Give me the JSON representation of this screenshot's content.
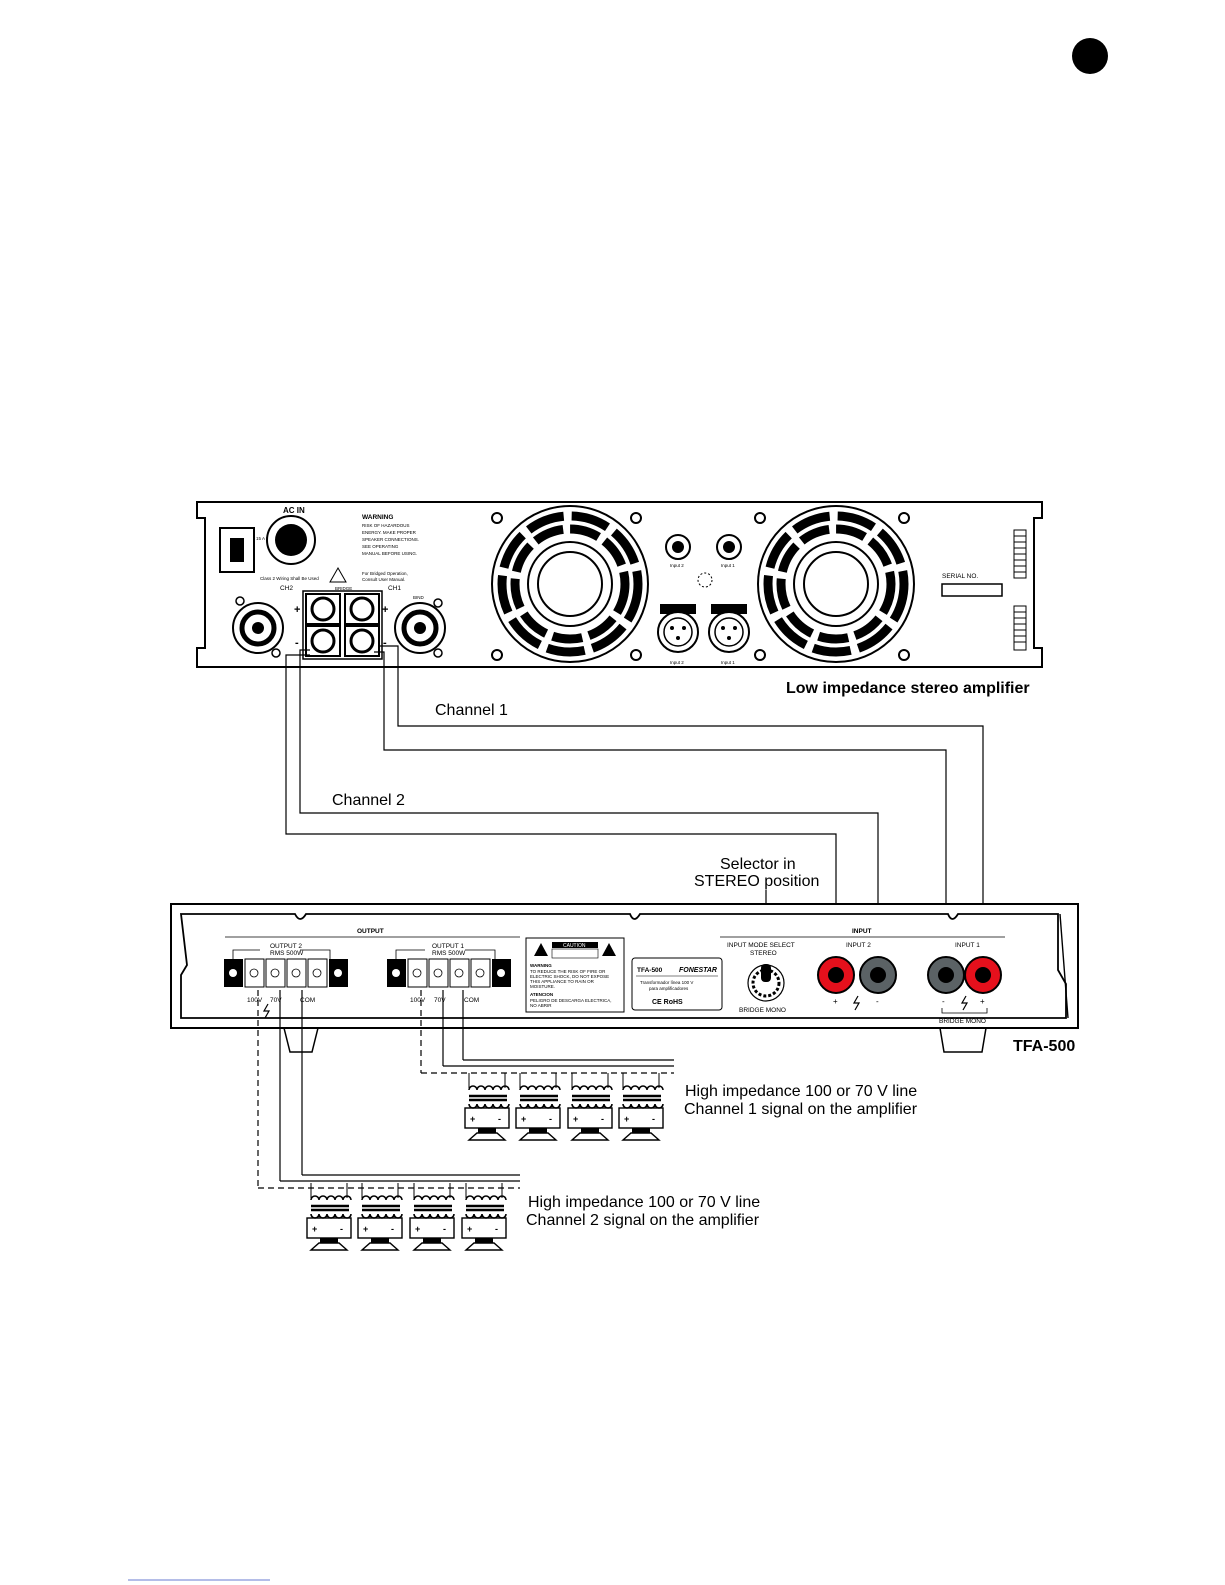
{
  "amplifier": {
    "caption": "Low impedance stereo amplifier",
    "ac_in": "AC IN",
    "warning": {
      "title": "WARNING",
      "lines": [
        "RISK OF HAZARDOUS",
        "ENERGY. MAKE PROPER",
        "SPEAKER CONNECTIONS.",
        "SEE OPERATING",
        "MANUAL BEFORE USING."
      ]
    },
    "class2_note": "Class 2 Wiring Shall Be Used",
    "bridged_note": [
      "For Bridged Operation,",
      "Consult User Manual."
    ],
    "bridge_label": "BRIDGE",
    "ch2": "CH2",
    "ch1": "CH1",
    "bind": "BIND",
    "input2": "Input 2",
    "input1": "Input 1",
    "serial": "SERIAL NO.",
    "breaker": "15 A M P"
  },
  "channel_labels": {
    "channel1": "Channel 1",
    "channel2": "Channel 2"
  },
  "selector_note": [
    "Selector in",
    "STEREO position"
  ],
  "tfa": {
    "model": "TFA-500",
    "output_header": "OUTPUT",
    "input_header": "INPUT",
    "output2": [
      "OUTPUT 2",
      "RMS 500W"
    ],
    "output1": [
      "OUTPUT 1",
      "RMS 500W"
    ],
    "taps": {
      "t100": "100V",
      "t70": "70V",
      "com": "COM"
    },
    "caution": {
      "title": "CAUTION",
      "warning_title": "WARNING",
      "warning_lines": [
        "TO REDUCE THE RISK OF FIRE OR",
        "ELECTRIC SHOCK, DO NOT EXPOSE",
        "THIS APPLIANCE TO RAIN OR",
        "MOISTURE."
      ],
      "atencion_title": "ATENCION",
      "atencion_lines": [
        "PELIGRO DE DESCARGA ELECTRICA,",
        "NO ABRIR"
      ]
    },
    "plate": {
      "model": "TFA-500",
      "brand": "FONESTAR",
      "line1": "Transformador línea 100 V",
      "line2": "para amplificadores",
      "marks": "CE RoHS"
    },
    "input_mode": [
      "INPUT MODE SELECT",
      "STEREO"
    ],
    "bridge_mono_switch": "BRIDGE MONO",
    "input2": "INPUT 2",
    "input1": "INPUT 1",
    "bridge_mono": "BRIDGE MONO"
  },
  "speaker_lines": {
    "ch1": [
      "High impedance 100 or 70 V line",
      "Channel 1 signal on the amplifier"
    ],
    "ch2": [
      "High impedance 100 or 70 V line",
      "Channel 2 signal on the amplifier"
    ]
  }
}
